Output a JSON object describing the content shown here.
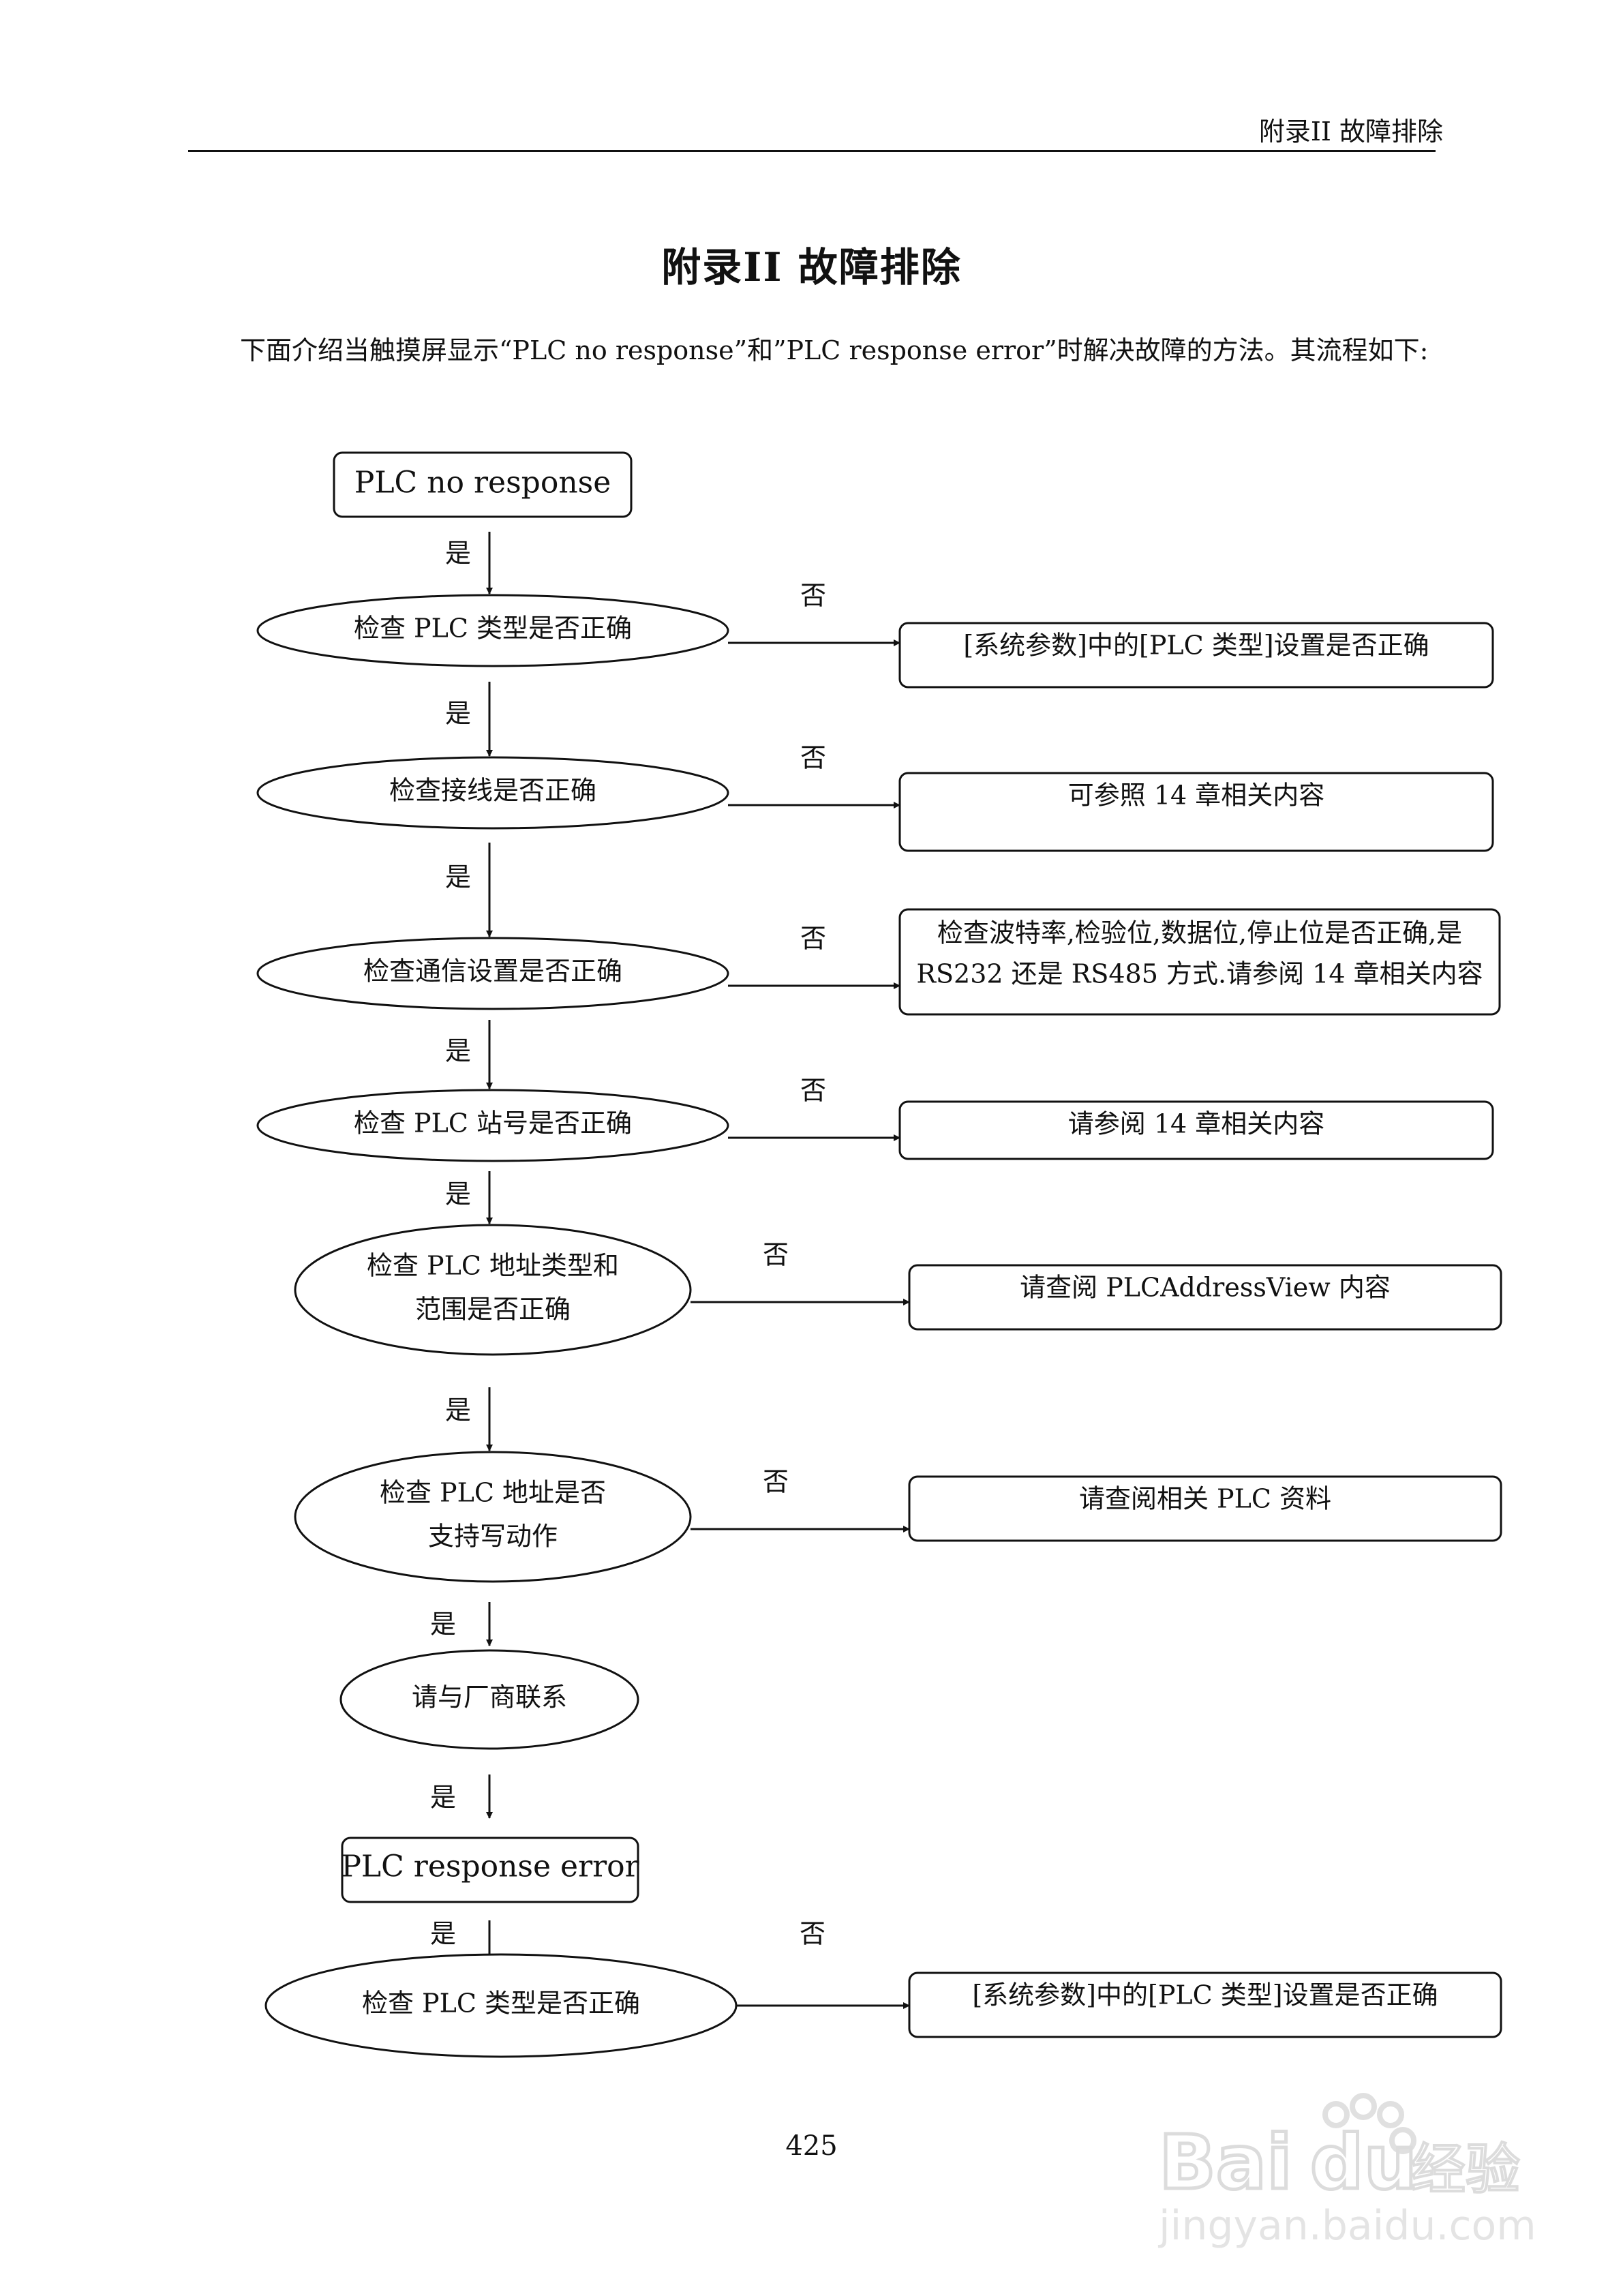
{
  "header": {
    "section": "附录II  故障排除"
  },
  "title": "附录II  故障排除",
  "intro": "下面介绍当触摸屏显示“PLC no response”和”PLC response error”时解决故障的方法。其流程如下:",
  "flow": {
    "start": "PLC no response",
    "yes": "是",
    "no": "否",
    "checks": [
      {
        "q": [
          "检查 PLC 类型是否正确"
        ],
        "a": [
          "[系统参数]中的[PLC 类型]设置是否正确"
        ]
      },
      {
        "q": [
          "检查接线是否正确"
        ],
        "a": [
          "可参照 14 章相关内容"
        ]
      },
      {
        "q": [
          "检查通信设置是否正确"
        ],
        "a": [
          "检查波特率,检验位,数据位,停止位是否正确,是",
          "RS232 还是 RS485 方式.请参阅 14 章相关内容"
        ]
      },
      {
        "q": [
          "检查 PLC 站号是否正确"
        ],
        "a": [
          "请参阅 14 章相关内容"
        ]
      },
      {
        "q": [
          "检查 PLC 地址类型和",
          "范围是否正确"
        ],
        "a": [
          "请查阅 PLCAddressView 内容"
        ]
      },
      {
        "q": [
          "检查 PLC 地址是否",
          "支持写动作"
        ],
        "a": [
          "请查阅相关 PLC 资料"
        ]
      }
    ],
    "contact": "请与厂商联系",
    "second": "PLC response error",
    "final_check": {
      "q": [
        "检查 PLC 类型是否正确"
      ],
      "a": [
        "[系统参数]中的[PLC 类型]设置是否正确"
      ]
    }
  },
  "page_number": "425",
  "watermark": {
    "brand_left": "Bai",
    "brand_right": "du",
    "brand_cn": "经验",
    "url": "jingyan.baidu.com"
  }
}
